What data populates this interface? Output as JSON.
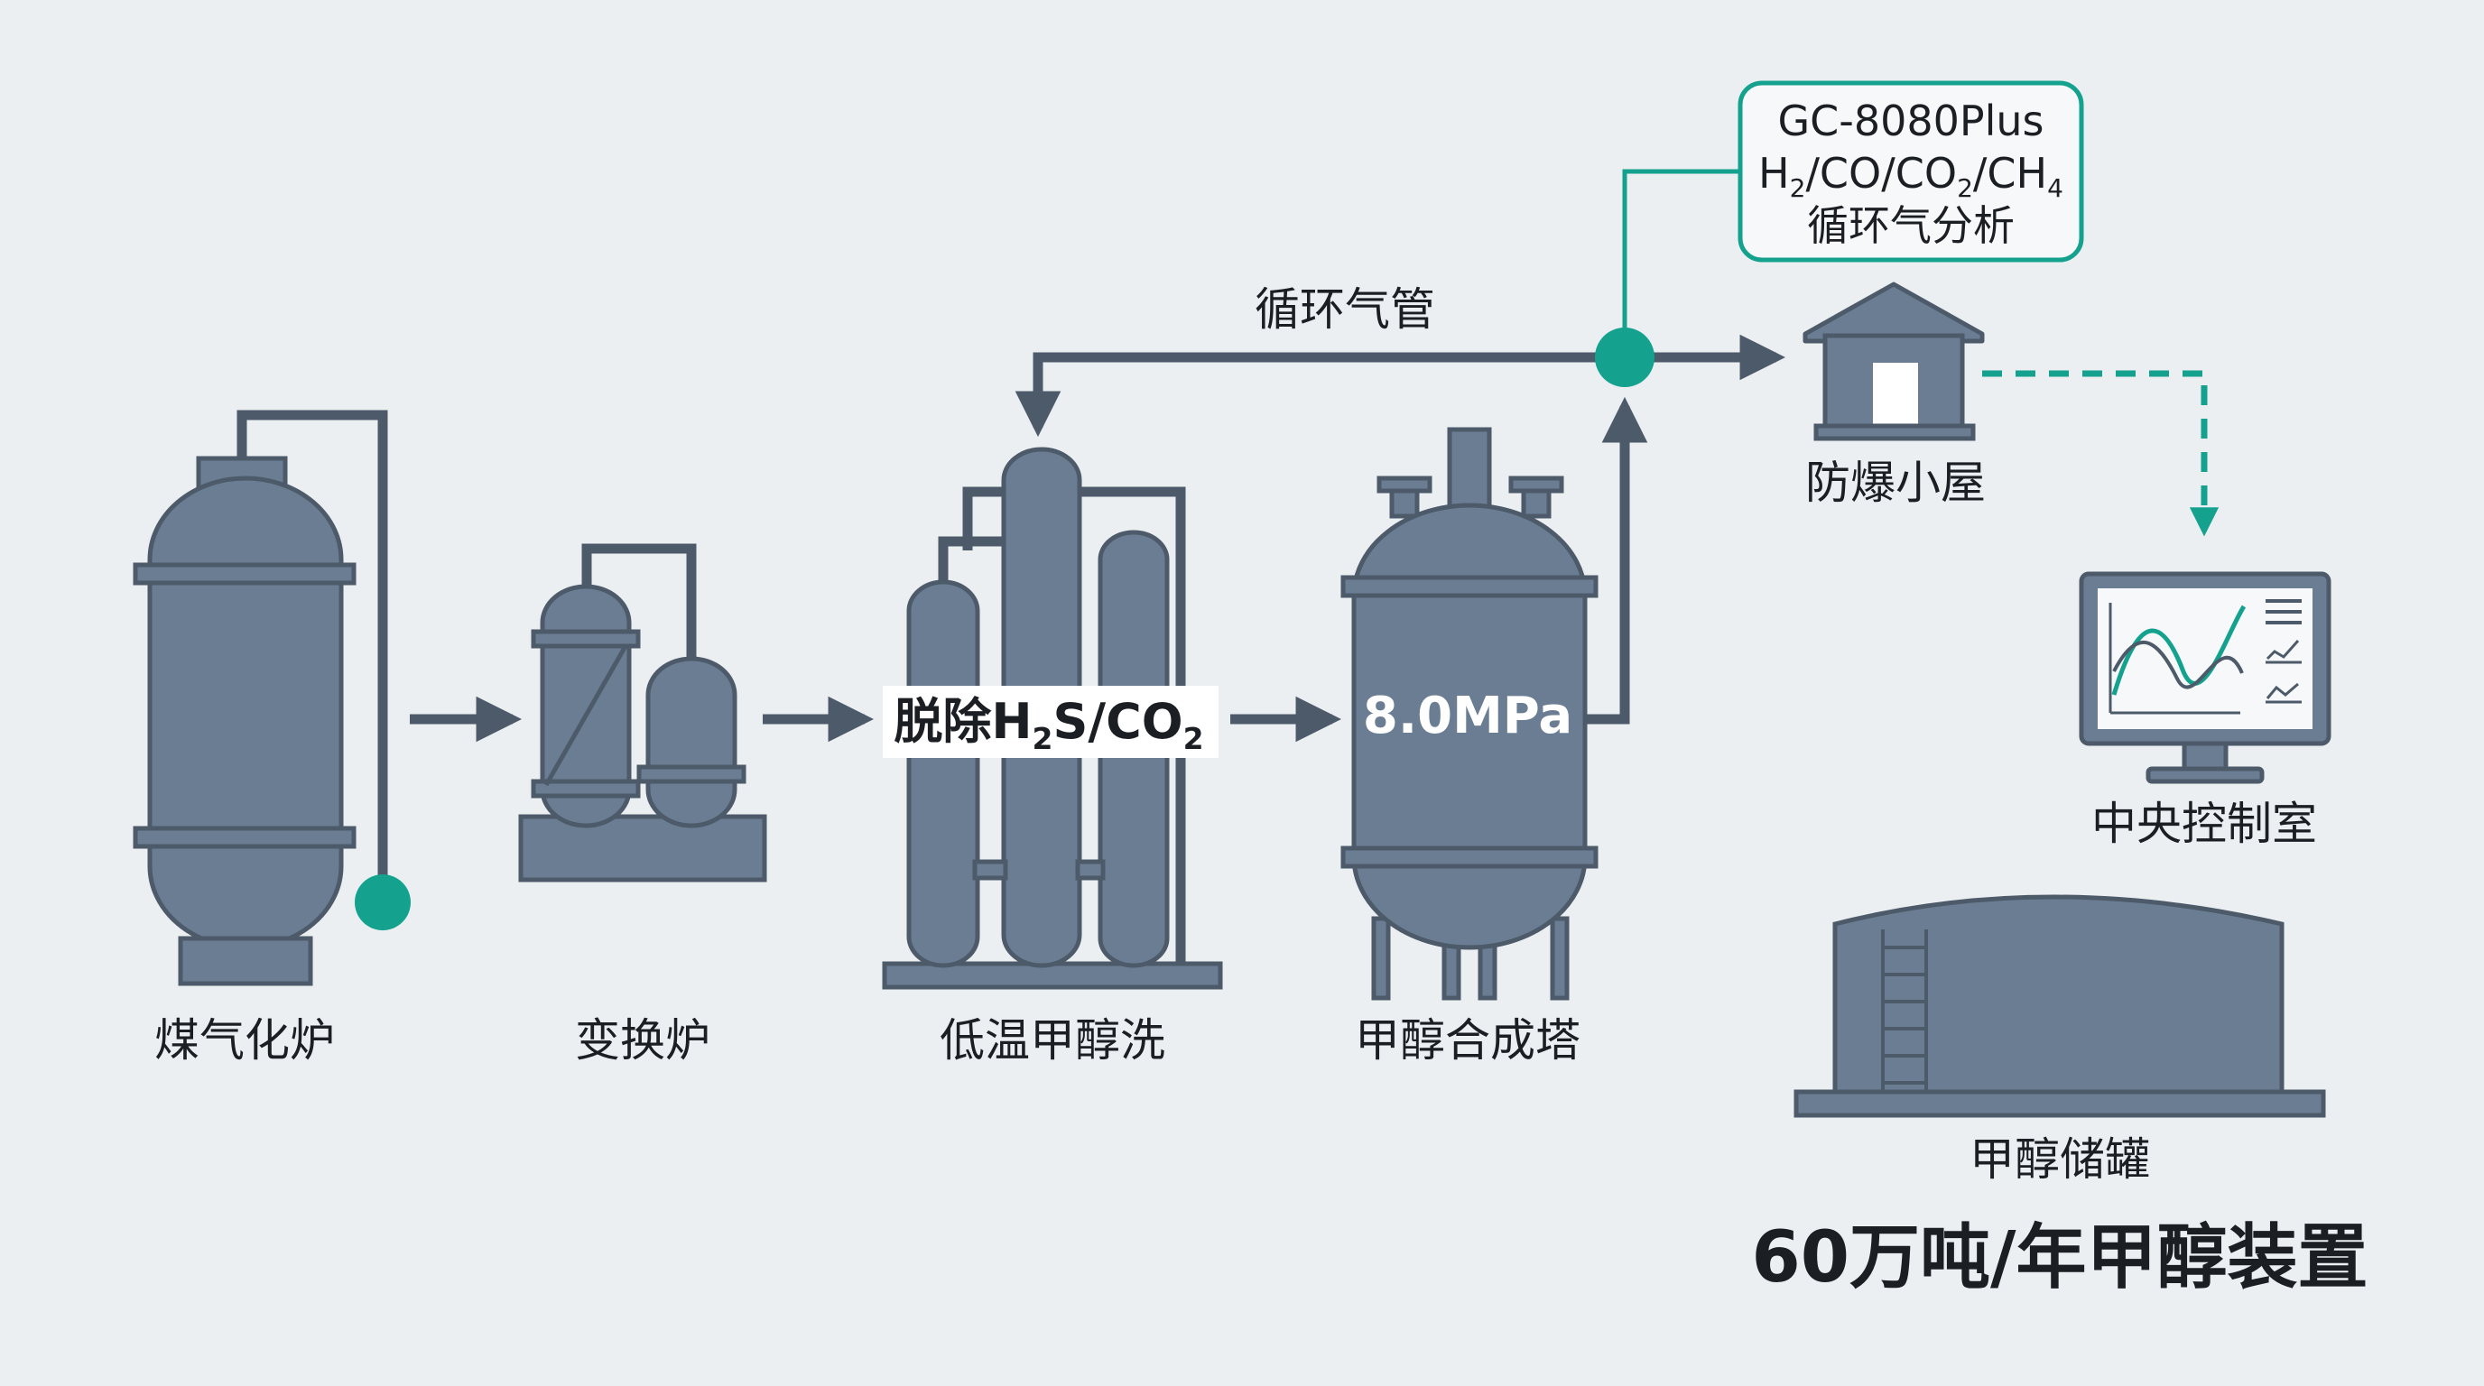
{
  "colors": {
    "background": "#eceff2",
    "equipment_fill": "#6a7d93",
    "equipment_stroke": "#4d5a69",
    "accent_teal": "#14a28f",
    "text": "#1b1f24"
  },
  "equipment": {
    "gasifier": {
      "label": "煤气化炉"
    },
    "shift": {
      "label": "变换炉"
    },
    "rectisol": {
      "label": "低温甲醇洗",
      "tag_main": "脱除H",
      "tag_sub1": "2",
      "tag_mid": "S/CO",
      "tag_sub2": "2"
    },
    "synthesis": {
      "label": "甲醇合成塔",
      "pressure": "8.0MPa"
    },
    "shelter": {
      "label": "防爆小屋"
    },
    "control_room": {
      "label": "中央控制室"
    },
    "storage": {
      "label": "甲醇储罐"
    }
  },
  "recycle": {
    "label": "循环气管"
  },
  "analyzer": {
    "model": "GC-8080Plus",
    "g1": "H",
    "g1_sub": "2",
    "g2": "/CO/CO",
    "g2_sub": "2",
    "g3": "/CH",
    "g3_sub": "4",
    "purpose": "循环气分析"
  },
  "plant_title": "60万吨/年甲醇装置"
}
